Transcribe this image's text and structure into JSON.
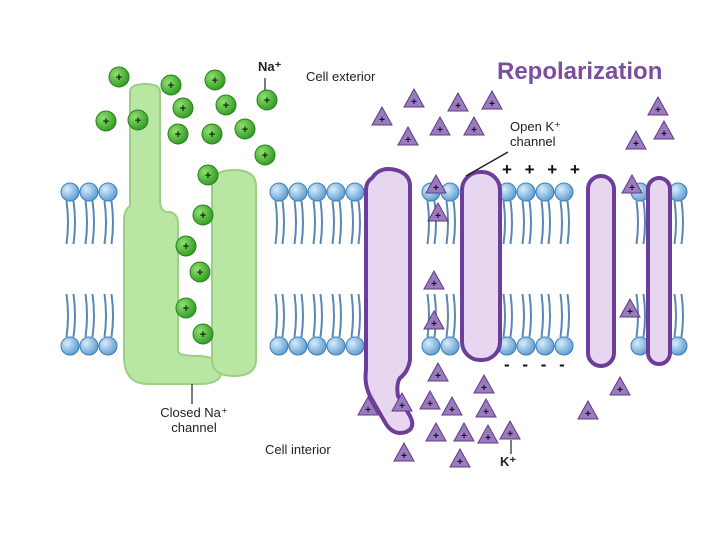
{
  "title": "Repolarization",
  "labels": {
    "na_ion": "Na⁺",
    "cell_exterior": "Cell exterior",
    "cell_interior": "Cell interior",
    "open_k_channel_line1": "Open K⁺",
    "open_k_channel_line2": "channel",
    "closed_na_channel_line1": "Closed Na⁺",
    "closed_na_channel_line2": "channel",
    "k_ion": "K⁺",
    "positive_charges": "+ + + +",
    "negative_charges": "- - - -",
    "ion_sign": "+"
  },
  "colors": {
    "title": "#7a4f9e",
    "na_ion": "#3fae2e",
    "na_channel": "#b9e6a2",
    "k_ion": "#9a7bbd",
    "k_channel_fill": "#e6d6f0",
    "k_channel_outline": "#6c3d9a",
    "phospholipid_head": "#6fa9d8",
    "phospholipid_tail": "#5b87b3"
  }
}
